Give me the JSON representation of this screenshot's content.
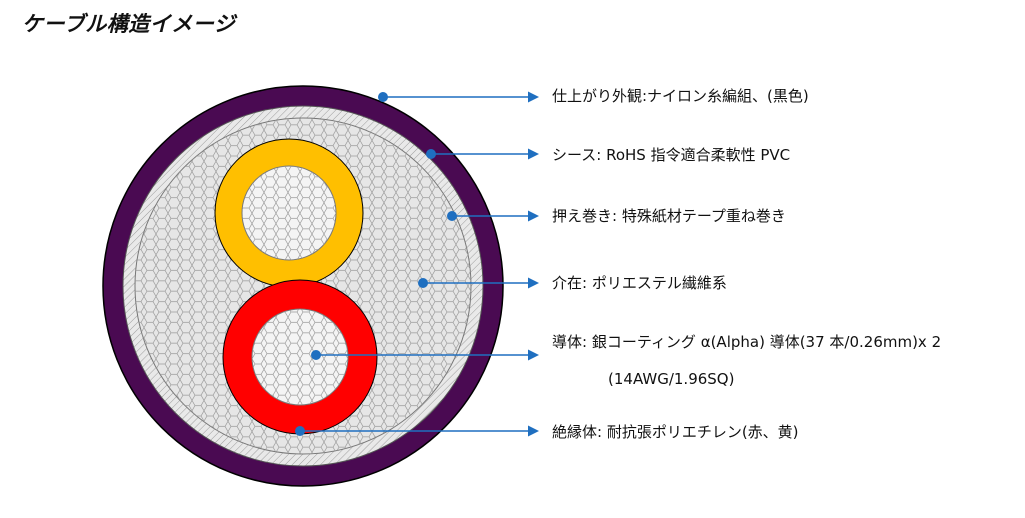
{
  "title": "ケーブル構造イメージ",
  "colors": {
    "jacket": "#4a0a52",
    "shield": "#c9c9c9",
    "filler": "#e6e6e6",
    "insulation_yellow": "#ffbf00",
    "insulation_red": "#ff0000",
    "conductor": "#f4f4f4",
    "leader": "#1f6fc0"
  },
  "labels": [
    {
      "id": "outer",
      "text": "仕上がり外観:ナイロン糸編組、(黒色)"
    },
    {
      "id": "sheath",
      "text": "シース:  RoHS 指令適合柔軟性 PVC"
    },
    {
      "id": "wrap",
      "text": "押え巻き:  特殊紙材テープ重ね巻き"
    },
    {
      "id": "filler",
      "text": "介在:  ポリエステル繊維系"
    },
    {
      "id": "conductor",
      "text": "導体: 銀コーティング α(Alpha) 導体(37 本/0.26mm)x 2",
      "text2": "(14AWG/1.96SQ)"
    },
    {
      "id": "insulation",
      "text": "絶縁体: 耐抗張ポリエチレン(赤、黄)"
    }
  ]
}
